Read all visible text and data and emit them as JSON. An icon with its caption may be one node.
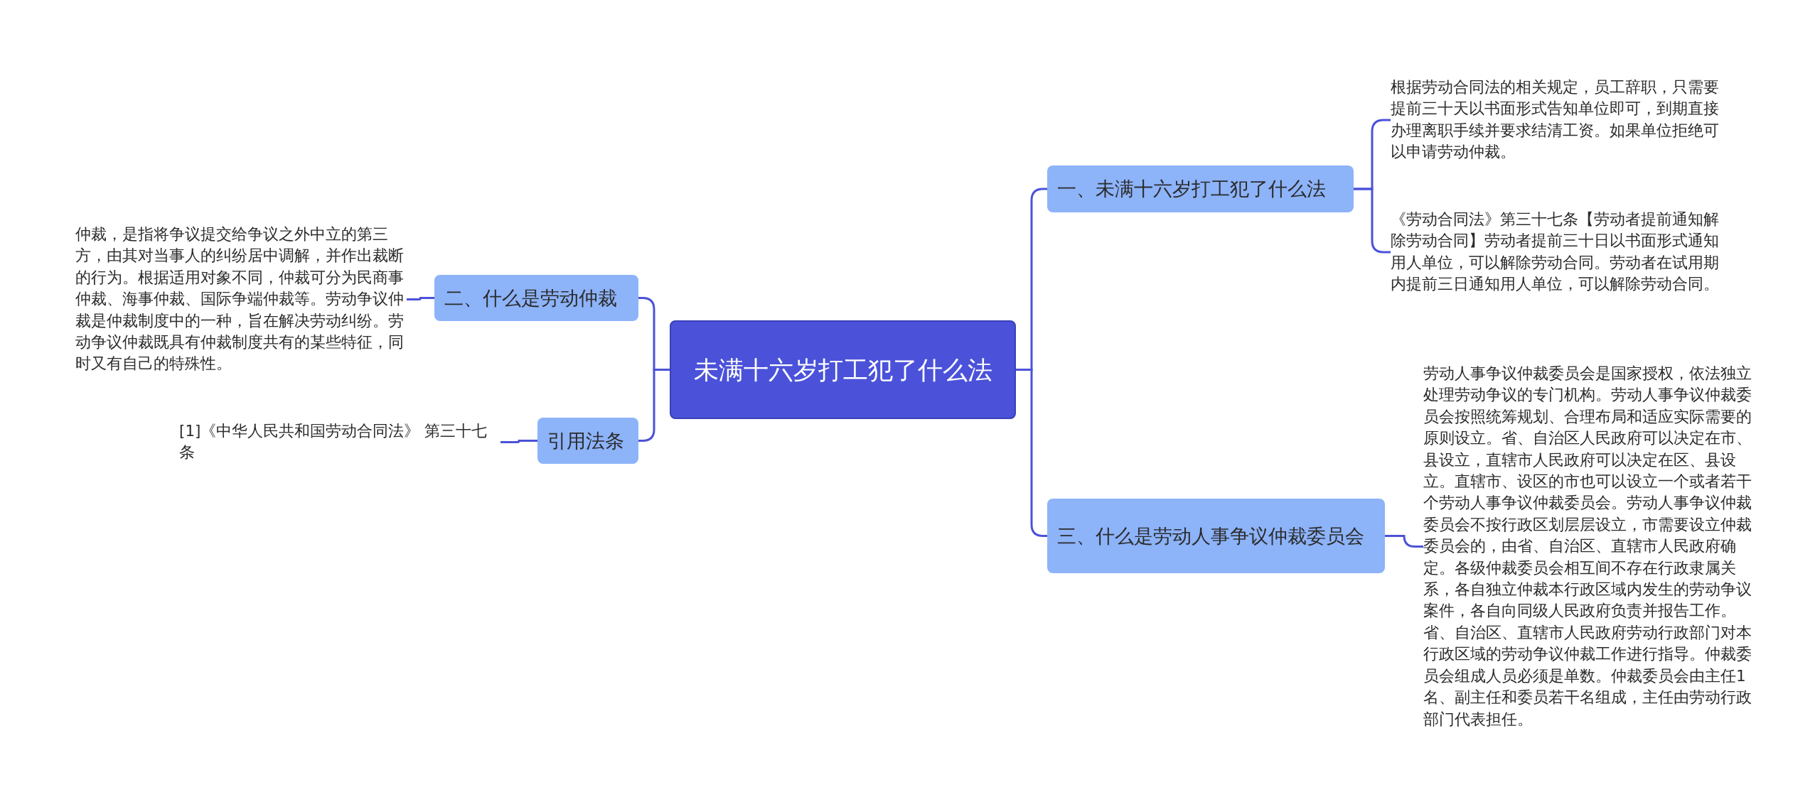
{
  "diagram": {
    "nodes": [
      {
        "text": [
          "未满十六岁打工犯了什么法"
        ]
      },
      {
        "text": [
          "一、未满十六岁打工犯了什么法"
        ]
      },
      {
        "text": [
          "根据劳动合同法的相关规定，员工辞职，只需要提前三十天以书面形式告知单位即可，到期直接办理离职手续并要求结清工资。如果单位拒绝可以申请劳动仲裁。"
        ]
      },
      {
        "text": [
          "《劳动合同法》第三十七条【劳动者提前通知解除劳动合同】劳动者提前三十日以书面形式通知用人单位，可以解除劳动合同。劳动者在试用期内提前三日通知用人单位，可以解除劳动合同。"
        ]
      },
      {
        "text": [
          "三、什么是劳动人事争议仲裁委员会"
        ]
      },
      {
        "text": [
          "劳动人事争议仲裁委员会是国家授权，依法独立处理劳动争议的专门机构。劳动人事争议仲裁委员会按照统筹规划、合理布局和适应实际需要的原则设立。省、自治区人民政府可以决定在市、县设立，直辖市人民政府可以决定在区、县设立。直辖市、设区的市也可以设立一个或者若干个劳动人事争议仲裁委员会。劳动人事争议仲裁委员会不按行政区划层层设立，市需要设立仲裁委员会的，由省、自治区、直辖市人民政府确定。各级仲裁委员会相互间不存在行政隶属关系，各自独立仲裁本行政区域内发生的劳动争议案件，各自向同级人民政府负责并报告工作。省、自治区、直辖市人民政府劳动行政部门对本行政区域的劳动争议仲裁工作进行指导。仲裁委员会组成人员必须是单数。仲裁委员会由主任1名、副主任和委员若干名组成，主任由劳动行政部门代表担任。"
        ]
      },
      {
        "text": [
          "二、什么是劳动仲裁"
        ]
      },
      {
        "text": [
          "仲裁，是指将争议提交给争议之外中立的第三方，由其对当事人的纠纷居中调解，并作出裁断的行为。根据适用对象不同，仲裁可分为民商事仲裁、海事仲裁、国际争端仲裁等。劳动争议仲裁是仲裁制度中的一种，旨在解决劳动纠纷。劳动争议仲裁既具有仲裁制度共有的某些特征，同时又有自己的特殊性。"
        ]
      },
      {
        "text": [
          "引用法条"
        ]
      },
      {
        "text": [
          "[1]《中华人民共和国劳动合同法》 第三十七条"
        ]
      }
    ],
    "edges": [
      {
        "from": 0,
        "to": 1,
        "arrow": "none"
      },
      {
        "from": 1,
        "to": 2,
        "arrow": "none"
      },
      {
        "from": 1,
        "to": 3,
        "arrow": "none"
      },
      {
        "from": 0,
        "to": 4,
        "arrow": "none"
      },
      {
        "from": 4,
        "to": 5,
        "arrow": "none"
      },
      {
        "from": 0,
        "to": 6,
        "arrow": "none"
      },
      {
        "from": 6,
        "to": 7,
        "arrow": "none"
      },
      {
        "from": 0,
        "to": 8,
        "arrow": "none"
      },
      {
        "from": 8,
        "to": 9,
        "arrow": "none"
      }
    ]
  }
}
